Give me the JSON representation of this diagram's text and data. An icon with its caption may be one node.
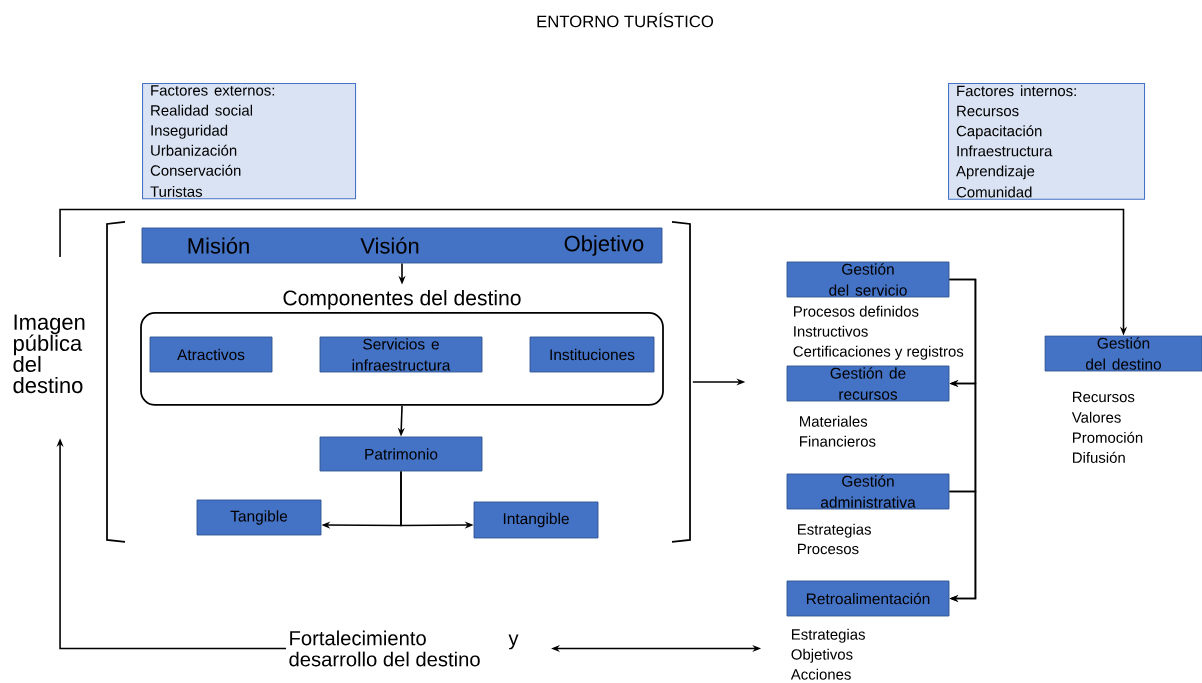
{
  "diagram": {
    "title": "ENTORNO TURÍSTICO",
    "nodes": [
      {
        "text": [
          "Factores externos:",
          "Realidad social",
          "Inseguridad",
          "Urbanización",
          "Conservación",
          "Turistas"
        ]
      },
      {
        "text": [
          "Factores internos:",
          "Recursos",
          "Capacitación",
          "Infraestructura",
          "Aprendizaje",
          "Comunidad"
        ]
      },
      {
        "text": [
          "Imagen pública del destino"
        ]
      },
      {
        "text": [],
        "shape": "bracket"
      },
      {
        "text": [
          "Misión",
          "Visión",
          "Objetivo"
        ],
        "in": 3
      },
      {
        "text": [
          "Componentes del destino"
        ],
        "in": 3
      },
      {
        "text": [
          "Atractivos"
        ],
        "in": 5
      },
      {
        "text": [
          "Servicios e infraestructura"
        ],
        "in": 5
      },
      {
        "text": [
          "Instituciones"
        ],
        "in": 5
      },
      {
        "text": [
          "Patrimonio"
        ],
        "in": 3
      },
      {
        "text": [
          "Tangible"
        ],
        "in": 3
      },
      {
        "text": [
          "Intangible"
        ],
        "in": 3
      },
      {
        "text": [
          "Gestión del servicio"
        ],
        "beside": [
          "Procesos definidos",
          "Instructivos",
          "Certificaciones y registros"
        ]
      },
      {
        "text": [
          "Gestión de recursos"
        ],
        "beside": [
          "Materiales",
          "Financieros"
        ]
      },
      {
        "text": [
          "Gestión administrativa"
        ],
        "beside": [
          "Estrategias",
          "Procesos"
        ]
      },
      {
        "text": [
          "Retroalimentación"
        ],
        "beside": [
          "Estrategias",
          "Objetivos",
          "Acciones"
        ]
      },
      {
        "text": [
          "Gestión del destino"
        ],
        "beside": [
          "Recursos",
          "Valores",
          "Promoción",
          "Difusión"
        ]
      },
      {
        "text": [
          "Fortalecimiento y desarrollo del destino"
        ]
      }
    ],
    "edges": [
      {
        "from": 4,
        "to": 5,
        "arrow": "to"
      },
      {
        "from": 5,
        "to": 9,
        "arrow": "to"
      },
      {
        "from": 9,
        "to": 10,
        "arrow": "to"
      },
      {
        "from": 9,
        "to": 11,
        "arrow": "to"
      },
      {
        "from": 3,
        "to": null,
        "arrow": "to"
      },
      {
        "from": 12,
        "to": 13,
        "arrow": "to"
      },
      {
        "from": 12,
        "to": 15,
        "arrow": "to"
      },
      {
        "from": 14,
        "to": 13,
        "arrow": "to"
      },
      {
        "from": 14,
        "to": 15,
        "arrow": "to"
      },
      {
        "from": 2,
        "to": 16,
        "arrow": "to"
      },
      {
        "from": 17,
        "to": 2,
        "arrow": "to"
      },
      {
        "from": 17,
        "to": null,
        "arrow": "both"
      }
    ]
  }
}
